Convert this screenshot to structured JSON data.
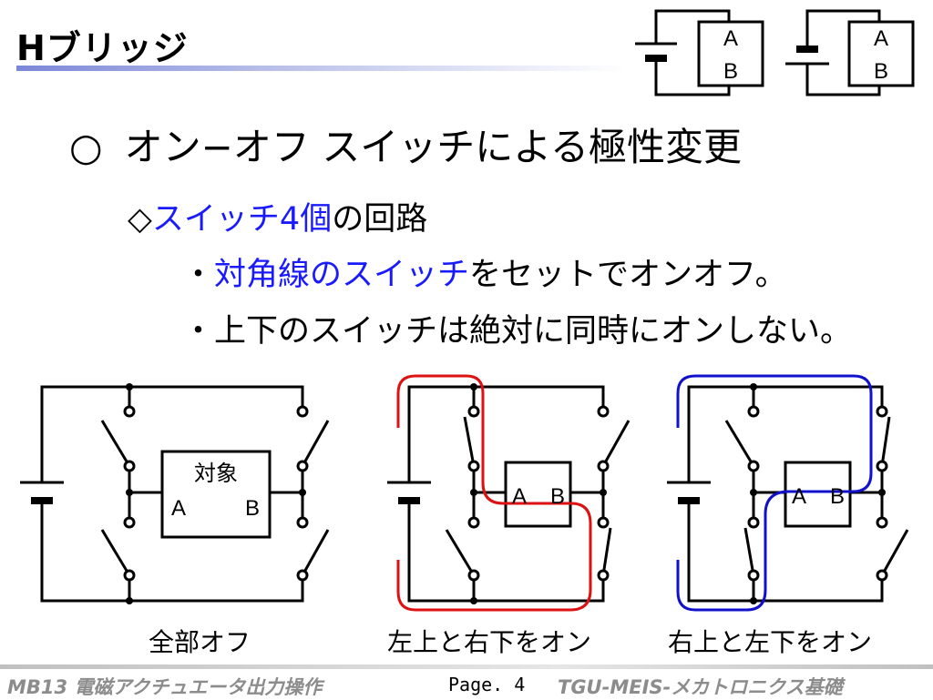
{
  "slide": {
    "title": "Hブリッジ",
    "heading_mark": "○",
    "heading_text": "オン−オフ スイッチによる極性変更",
    "line1_prefix": "◇",
    "line1_highlight": "スイッチ4個",
    "line1_rest": "の回路",
    "line2_prefix": "・",
    "line2_highlight": "対角線のスイッチ",
    "line2_rest": "をセットでオンオフ。",
    "line3": "・上下のスイッチは絶対に同時にオンしない。"
  },
  "legend": {
    "box1": {
      "a": "A",
      "b": "B"
    },
    "box2": {
      "a": "A",
      "b": "B"
    }
  },
  "circuits": {
    "c1": {
      "load_label": "対象",
      "a": "A",
      "b": "B",
      "caption": "全部オフ"
    },
    "c2": {
      "a": "A",
      "b": "B",
      "caption": "左上と右下をオン",
      "path_color": "#dd1111"
    },
    "c3": {
      "a": "A",
      "b": "B",
      "caption": "右上と左下をオン",
      "path_color": "#1111cc"
    }
  },
  "footer": {
    "left": "MB13 電磁アクチュエータ出力操作",
    "page": "Page. 4",
    "right": "TGU-MEIS-メカトロニクス基礎"
  }
}
